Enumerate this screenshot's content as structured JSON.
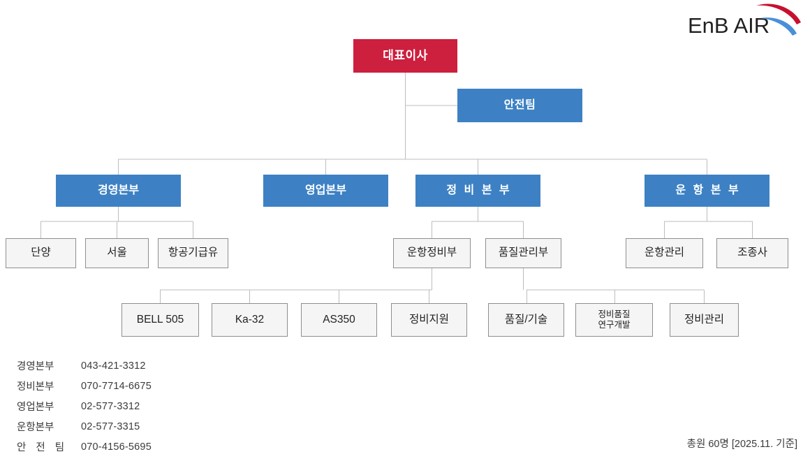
{
  "logo": {
    "text": "EnB AIR",
    "swoosh_red": "#c8102e",
    "swoosh_blue": "#4a90d9"
  },
  "colors": {
    "ceo_red": "#cd1f3e",
    "division_blue": "#3d81c4",
    "dept_fill": "#f5f5f5",
    "dept_border": "#8e8e8e",
    "line": "#bdbdbd"
  },
  "chart": {
    "ceo": {
      "label": "대표이사"
    },
    "safety_team": {
      "label": "안전팀"
    },
    "divisions": [
      {
        "label": "경영본부"
      },
      {
        "label": "영업본부"
      },
      {
        "label": "정 비 본 부"
      },
      {
        "label": "운 항 본 부"
      }
    ],
    "departments": [
      {
        "label": "단양"
      },
      {
        "label": "서울"
      },
      {
        "label": "항공기급유"
      },
      {
        "label": "운항정비부"
      },
      {
        "label": "품질관리부"
      },
      {
        "label": "운항관리"
      },
      {
        "label": "조종사"
      }
    ],
    "teams": [
      {
        "label": "BELL 505"
      },
      {
        "label": "Ka-32"
      },
      {
        "label": "AS350"
      },
      {
        "label": "정비지원"
      },
      {
        "label": "품질/기술"
      },
      {
        "label_line1": "정비품질",
        "label_line2": "연구개발"
      },
      {
        "label": "정비관리"
      }
    ]
  },
  "contacts": [
    {
      "label": "경영본부",
      "number": "043-421-3312"
    },
    {
      "label": "정비본부",
      "number": "070-7714-6675"
    },
    {
      "label": "영업본부",
      "number": "02-577-3312"
    },
    {
      "label": "운항본부",
      "number": "02-577-3315"
    },
    {
      "label": "안 전 팀",
      "number": "070-4156-5695"
    }
  ],
  "footnote": "총원 60명 [2025.11. 기준]"
}
